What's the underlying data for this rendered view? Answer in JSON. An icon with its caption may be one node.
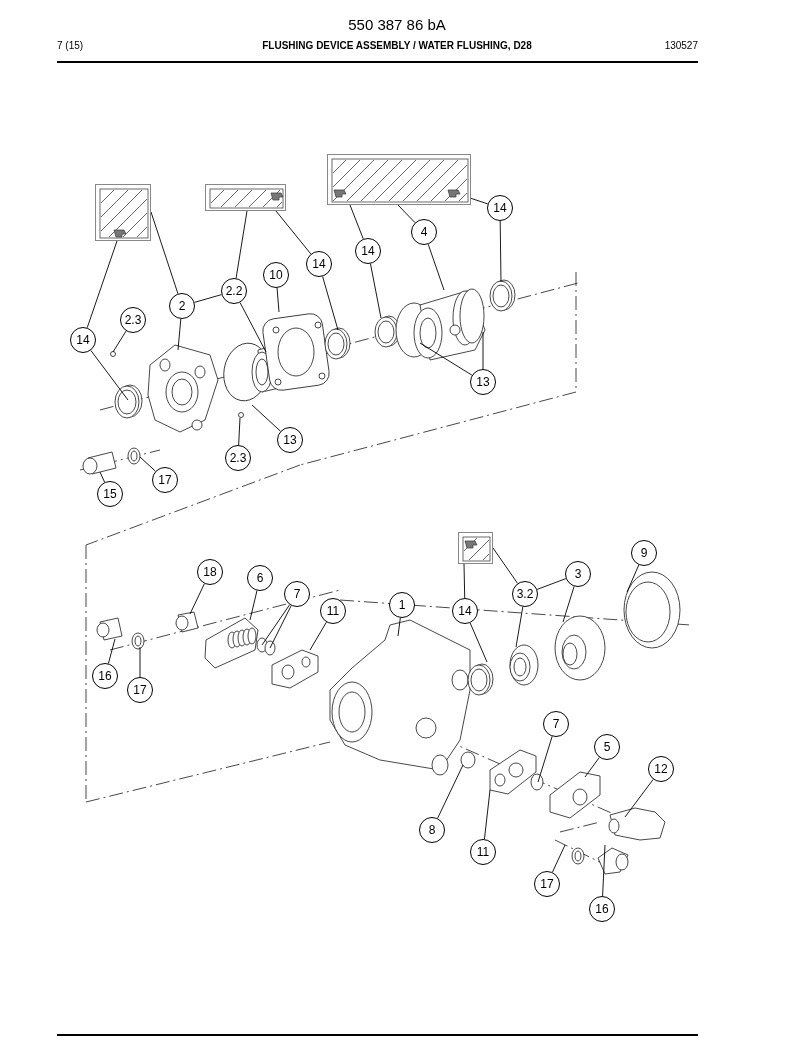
{
  "diagram": {
    "title": "FLUSHING DEVICE ASSEMBLY / WATER FLUSHING, D28",
    "nodes": [
      {
        "text": [],
        "shape": "picture"
      },
      {
        "text": [],
        "shape": "picture"
      },
      {
        "text": [],
        "shape": "picture"
      },
      {
        "text": [],
        "shape": "picture"
      },
      {
        "text": [
          "14"
        ]
      },
      {
        "text": [
          "4"
        ]
      },
      {
        "text": [
          "14"
        ]
      },
      {
        "text": [
          "14"
        ]
      },
      {
        "text": [
          "10"
        ]
      },
      {
        "text": [
          "2.2"
        ]
      },
      {
        "text": [
          "2"
        ]
      },
      {
        "text": [
          "2.3"
        ]
      },
      {
        "text": [
          "14"
        ]
      },
      {
        "text": [
          "13"
        ]
      },
      {
        "text": [
          "13"
        ]
      },
      {
        "text": [
          "2.3"
        ]
      },
      {
        "text": [
          "17"
        ]
      },
      {
        "text": [
          "15"
        ]
      },
      {
        "text": [
          "9"
        ]
      },
      {
        "text": [
          "18"
        ]
      },
      {
        "text": [
          "3"
        ]
      },
      {
        "text": [
          "6"
        ]
      },
      {
        "text": [
          "3.2"
        ]
      },
      {
        "text": [
          "7"
        ]
      },
      {
        "text": [
          "1"
        ]
      },
      {
        "text": [
          "11"
        ]
      },
      {
        "text": [
          "14"
        ]
      },
      {
        "text": [
          "16"
        ]
      },
      {
        "text": [
          "17"
        ]
      },
      {
        "text": [
          "7"
        ]
      },
      {
        "text": [
          "5"
        ]
      },
      {
        "text": [
          "12"
        ]
      },
      {
        "text": [
          "8"
        ]
      },
      {
        "text": [
          "11"
        ]
      },
      {
        "text": [
          "17"
        ]
      },
      {
        "text": [
          "16"
        ]
      }
    ],
    "edges": [
      {
        "from": 4,
        "to": 2,
        "arrow": "none"
      },
      {
        "from": 4,
        "to": null,
        "arrow": "none"
      },
      {
        "from": 5,
        "to": 2,
        "arrow": "none"
      },
      {
        "from": 5,
        "to": null,
        "arrow": "none"
      },
      {
        "from": 6,
        "to": 2,
        "arrow": "none"
      },
      {
        "from": 6,
        "to": null,
        "arrow": "none"
      },
      {
        "from": 7,
        "to": 1,
        "arrow": "none"
      },
      {
        "from": 7,
        "to": null,
        "arrow": "none"
      },
      {
        "from": 8,
        "to": null,
        "arrow": "none"
      },
      {
        "from": 9,
        "to": 1,
        "arrow": "none"
      },
      {
        "from": 9,
        "to": null,
        "arrow": "none"
      },
      {
        "from": 10,
        "to": 9,
        "arrow": "none"
      },
      {
        "from": 10,
        "to": 0,
        "arrow": "none"
      },
      {
        "from": 10,
        "to": null,
        "arrow": "none"
      },
      {
        "from": 11,
        "to": null,
        "arrow": "none"
      },
      {
        "from": 12,
        "to": 0,
        "arrow": "none"
      },
      {
        "from": 12,
        "to": null,
        "arrow": "none"
      },
      {
        "from": 13,
        "to": null,
        "arrow": "none"
      },
      {
        "from": 13,
        "to": null,
        "arrow": "none"
      },
      {
        "from": 14,
        "to": null,
        "arrow": "none"
      },
      {
        "from": 15,
        "to": null,
        "arrow": "none"
      },
      {
        "from": 16,
        "to": null,
        "arrow": "none"
      },
      {
        "from": 17,
        "to": null,
        "arrow": "none"
      },
      {
        "from": 18,
        "to": null,
        "arrow": "none"
      },
      {
        "from": 19,
        "to": null,
        "arrow": "none"
      },
      {
        "from": 20,
        "to": null,
        "arrow": "none"
      },
      {
        "from": 21,
        "to": null,
        "arrow": "none"
      },
      {
        "from": 22,
        "to": 3,
        "arrow": "none"
      },
      {
        "from": 22,
        "to": null,
        "arrow": "none"
      },
      {
        "from": 22,
        "to": 20,
        "arrow": "none"
      },
      {
        "from": 23,
        "to": null,
        "arrow": "none"
      },
      {
        "from": 23,
        "to": null,
        "arrow": "none"
      },
      {
        "from": 24,
        "to": null,
        "arrow": "none"
      },
      {
        "from": 25,
        "to": null,
        "arrow": "none"
      },
      {
        "from": 26,
        "to": 3,
        "arrow": "none"
      },
      {
        "from": 26,
        "to": null,
        "arrow": "none"
      },
      {
        "from": 27,
        "to": null,
        "arrow": "none"
      },
      {
        "from": 28,
        "to": null,
        "arrow": "none"
      },
      {
        "from": 29,
        "to": null,
        "arrow": "none"
      },
      {
        "from": 30,
        "to": null,
        "arrow": "none"
      },
      {
        "from": 31,
        "to": null,
        "arrow": "none"
      },
      {
        "from": 32,
        "to": null,
        "arrow": "none"
      },
      {
        "from": 33,
        "to": null,
        "arrow": "none"
      },
      {
        "from": 34,
        "to": null,
        "arrow": "none"
      },
      {
        "from": 35,
        "to": null,
        "arrow": "none"
      }
    ],
    "labels": [
      "550 387 86 bA",
      "7 (15)",
      "130527"
    ]
  }
}
